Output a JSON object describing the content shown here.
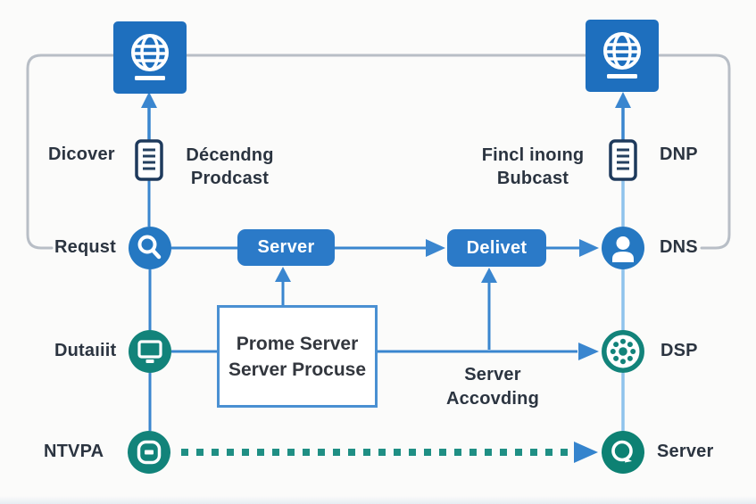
{
  "diagram": {
    "kind": "network-flow-diagram",
    "colors": {
      "globe_square_blue": "#1e6fbe",
      "node_blue": "#2578c2",
      "button_blue": "#2b7ac8",
      "connector_blue": "#3a86cf",
      "connector_light_blue": "#8fc3ec",
      "node_teal": "#12837a",
      "dotted_teal": "#1f8f84",
      "callout_gray": "#b8bec6",
      "box_border_blue": "#4a90d2",
      "text_dark": "#2b3440"
    },
    "labels": {
      "dicover": "Dicover",
      "descending_line1": "Décendng",
      "descending_line2": "Prodcast",
      "requst": "Requst",
      "fincl_line1": "Fincl inoıng",
      "fincl_line2": "Bubcast",
      "dnp": "DNP",
      "dns": "DNS",
      "dutaiit": "Dutaıiit",
      "dsp": "DSP",
      "ntvpa": "NTVPA",
      "server_bottom_right": "Server",
      "server_button": "Server",
      "deliver_button": "Delivet",
      "process_box_line1": "Prome Server",
      "process_box_line2": "Server Procuse",
      "accovding_line1": "Server",
      "accovding_line2": "Accovding"
    },
    "icons": [
      "globe-icon",
      "document-icon",
      "search-icon",
      "user-icon",
      "monitor-icon",
      "minus-badge-icon",
      "dial-dots-icon",
      "chat-search-icon"
    ]
  }
}
